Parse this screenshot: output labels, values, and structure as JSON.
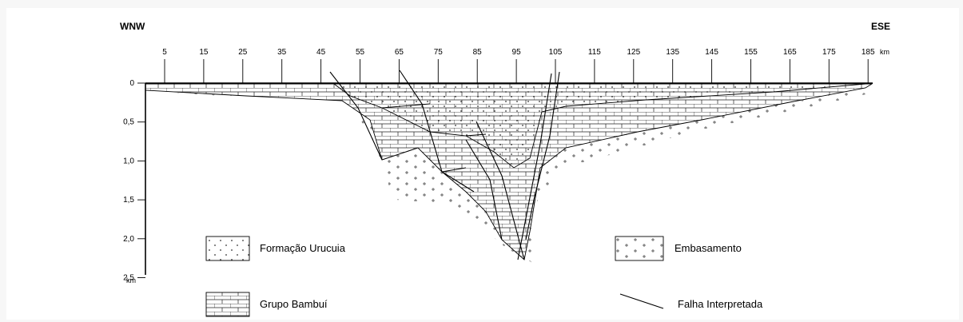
{
  "orientation": {
    "left": "WNW",
    "right": "ESE"
  },
  "distance_axis": {
    "ticks": [
      "5",
      "15",
      "25",
      "35",
      "45",
      "55",
      "65",
      "75",
      "85",
      "95",
      "105",
      "115",
      "125",
      "135",
      "145",
      "155",
      "165",
      "175",
      "185"
    ],
    "unit": "km"
  },
  "depth_axis": {
    "ticks": [
      "0",
      "0,5",
      "1,0",
      "1,5",
      "2,0",
      "2,5"
    ],
    "unit": "km"
  },
  "legend": {
    "urucuia": "Formação Urucuia",
    "embasamento": "Embasamento",
    "bambui": "Grupo Bambuí",
    "falha": "Falha Interpretada"
  },
  "colors": {
    "ink": "#000000",
    "background": "#ffffff"
  }
}
